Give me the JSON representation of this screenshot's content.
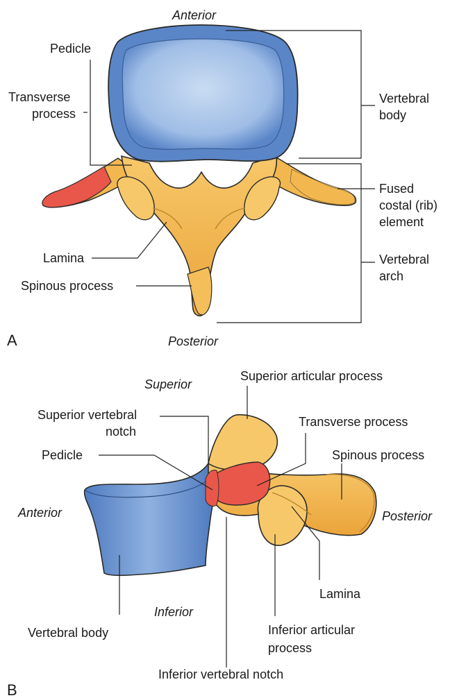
{
  "panel_a": {
    "panel_label": "A",
    "orientation": {
      "top": "Anterior",
      "bottom": "Posterior"
    },
    "labels": {
      "pedicle": "Pedicle",
      "transverse_process": [
        "Transverse",
        "process"
      ],
      "vertebral_body": [
        "Vertebral",
        "body"
      ],
      "fused_costal": [
        "Fused",
        "costal (rib)",
        "element"
      ],
      "lamina": "Lamina",
      "vertebral_arch": [
        "Vertebral",
        "arch"
      ],
      "spinous_process": "Spinous process"
    }
  },
  "panel_b": {
    "panel_label": "B",
    "orientation": {
      "top": "Superior",
      "bottom": "Inferior",
      "left": "Anterior",
      "right": "Posterior"
    },
    "labels": {
      "superior_articular_process": "Superior articular process",
      "superior_vertebral_notch": [
        "Superior vertebral",
        "notch"
      ],
      "transverse_process": "Transverse process",
      "pedicle": "Pedicle",
      "spinous_process": "Spinous process",
      "lamina": "Lamina",
      "vertebral_body": "Vertebral body",
      "inferior_articular_process": [
        "Inferior articular",
        "process"
      ],
      "inferior_vertebral_notch": "Inferior vertebral notch"
    }
  },
  "colors": {
    "body_blue": "#5a86c8",
    "body_blue_light": "#a9c6e8",
    "arch_yellow": "#f2b84f",
    "arch_yellow_light": "#fbd98a",
    "costal_red": "#e8574a",
    "outline": "#2a2a2a"
  }
}
